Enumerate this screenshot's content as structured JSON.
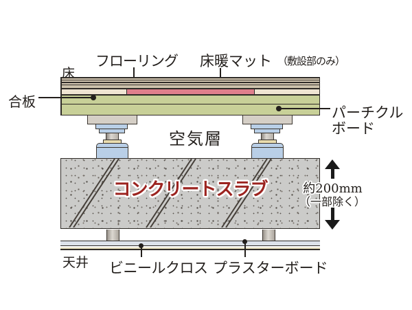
{
  "labels": {
    "floor": "床",
    "flooring": "フローリング",
    "floor_heating_mat": "床暖マット",
    "floor_heating_mat_note": "（敷設部のみ）",
    "plywood": "合板",
    "particle_board_line1": "パーチクル",
    "particle_board_line2": "ボード",
    "air_layer": "空気層",
    "concrete_slab": "コンクリートスラブ",
    "slab_thickness": "約200mm",
    "slab_thickness_note": "（一部除く）",
    "ceiling": "天井",
    "vinyl_cloth": "ビニールクロス",
    "plaster_board": "プラスターボード"
  },
  "colors": {
    "flooring_tan": "#d8ccb6",
    "flooring_base_gray": "#cdc2ac",
    "mat_beige": "#efe4d2",
    "heating_mat_pink": "#df7f8c",
    "board_green": "#c8d098",
    "support_cap_gray": "#d5cfc6",
    "support_blue": "#b9cfe7",
    "washer_cream": "#e9dcae",
    "concrete_gray": "#cbcbc9",
    "plasterboard_blue": "#dde2ea",
    "vinyl_cloth_cream": "#e9e0bf",
    "slab_text_red": "#9c2420",
    "outline_dark": "#2f2b27"
  }
}
